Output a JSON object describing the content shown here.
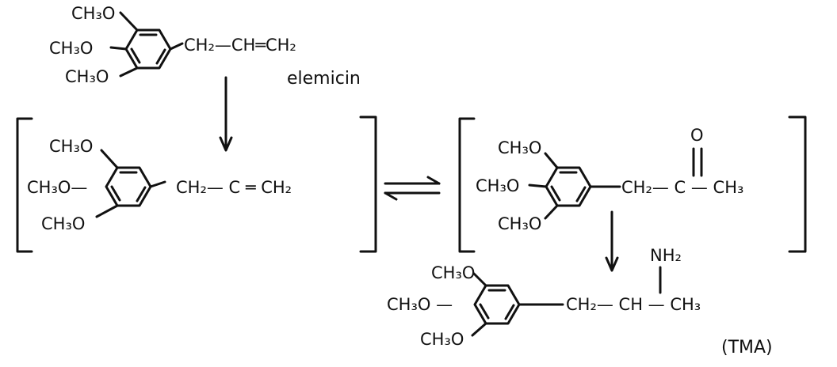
{
  "elemicin": {
    "substituents": [
      "CH₃O",
      "CH₃O",
      "CH₃O"
    ],
    "chain": "CH₂—CH═CH₂",
    "name": "elemicin"
  },
  "intermediate_enol": {
    "substituents": [
      "CH₃O",
      "CH₃O—",
      "CH₃O"
    ],
    "chain": "CH₂— C ═ CH₂"
  },
  "ketone": {
    "substituents": [
      "CH₃O",
      "CH₃O",
      "CH₃O"
    ],
    "chain": "CH₂— C — CH₃",
    "carbonyl_oxygen": "O"
  },
  "tma": {
    "substituents": [
      "CH₃O",
      "CH₃O —",
      "CH₃O"
    ],
    "chain": "CH₂— CH — CH₃",
    "amine": "NH₂",
    "name": "(TMA)"
  }
}
